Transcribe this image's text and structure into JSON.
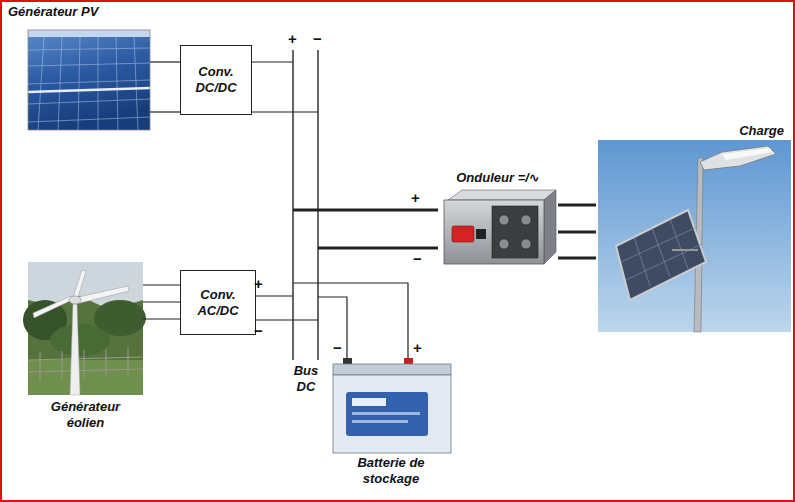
{
  "diagram": {
    "nodes": [
      {
        "text": [
          "Générateur PV"
        ]
      },
      {
        "text": [
          "Conv. DC/DC"
        ]
      },
      {
        "text": [
          "Bus DC"
        ]
      },
      {
        "text": [
          "Onduleur =/∿"
        ]
      },
      {
        "text": [
          "Charge"
        ]
      },
      {
        "text": [
          "Générateur éolien"
        ]
      },
      {
        "text": [
          "Conv. AC/DC"
        ]
      },
      {
        "text": [
          "Batterie de stockage"
        ]
      }
    ],
    "edges": [
      {
        "from": 0,
        "to": 1,
        "arrow": "none"
      },
      {
        "from": 1,
        "to": 2,
        "arrow": "none"
      },
      {
        "from": 5,
        "to": 6,
        "arrow": "none"
      },
      {
        "from": 6,
        "to": 2,
        "arrow": "none"
      },
      {
        "from": 2,
        "to": 3,
        "arrow": "none"
      },
      {
        "from": 3,
        "to": 4,
        "arrow": "none"
      },
      {
        "from": 2,
        "to": 7,
        "arrow": "none"
      }
    ],
    "labels": [
      "+",
      "−",
      "+",
      "−",
      "+",
      "−",
      "−",
      "+"
    ]
  }
}
